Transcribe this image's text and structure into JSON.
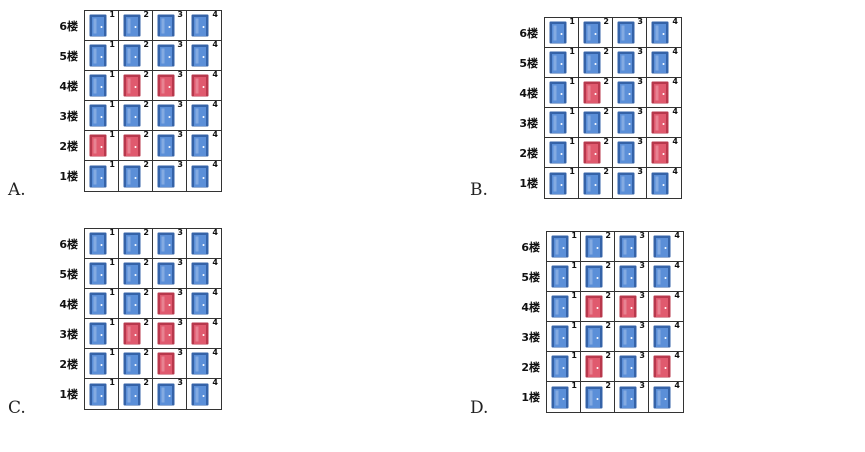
{
  "colors": {
    "normal": "#5b8fd8",
    "normal_frame": "#3563a8",
    "highlight": "#e05a6e",
    "highlight_frame": "#b8384c"
  },
  "floor_labels": [
    "6楼",
    "5楼",
    "4楼",
    "3楼",
    "2楼",
    "1楼"
  ],
  "room_numbers": [
    "1",
    "2",
    "3",
    "4"
  ],
  "options": [
    {
      "label": "A.",
      "rows": [
        [
          0,
          0,
          0,
          0
        ],
        [
          0,
          0,
          0,
          0
        ],
        [
          0,
          1,
          1,
          1
        ],
        [
          0,
          0,
          0,
          0
        ],
        [
          1,
          1,
          0,
          0
        ],
        [
          0,
          0,
          0,
          0
        ]
      ]
    },
    {
      "label": "B.",
      "rows": [
        [
          0,
          0,
          0,
          0
        ],
        [
          0,
          0,
          0,
          0
        ],
        [
          0,
          1,
          0,
          1
        ],
        [
          0,
          0,
          0,
          1
        ],
        [
          0,
          1,
          0,
          1
        ],
        [
          0,
          0,
          0,
          0
        ]
      ]
    },
    {
      "label": "C.",
      "rows": [
        [
          0,
          0,
          0,
          0
        ],
        [
          0,
          0,
          0,
          0
        ],
        [
          0,
          0,
          1,
          0
        ],
        [
          0,
          1,
          1,
          1
        ],
        [
          0,
          0,
          1,
          0
        ],
        [
          0,
          0,
          0,
          0
        ]
      ]
    },
    {
      "label": "D.",
      "rows": [
        [
          0,
          0,
          0,
          0
        ],
        [
          0,
          0,
          0,
          0
        ],
        [
          0,
          1,
          1,
          1
        ],
        [
          0,
          0,
          0,
          0
        ],
        [
          0,
          1,
          0,
          1
        ],
        [
          0,
          0,
          0,
          0
        ]
      ]
    }
  ]
}
